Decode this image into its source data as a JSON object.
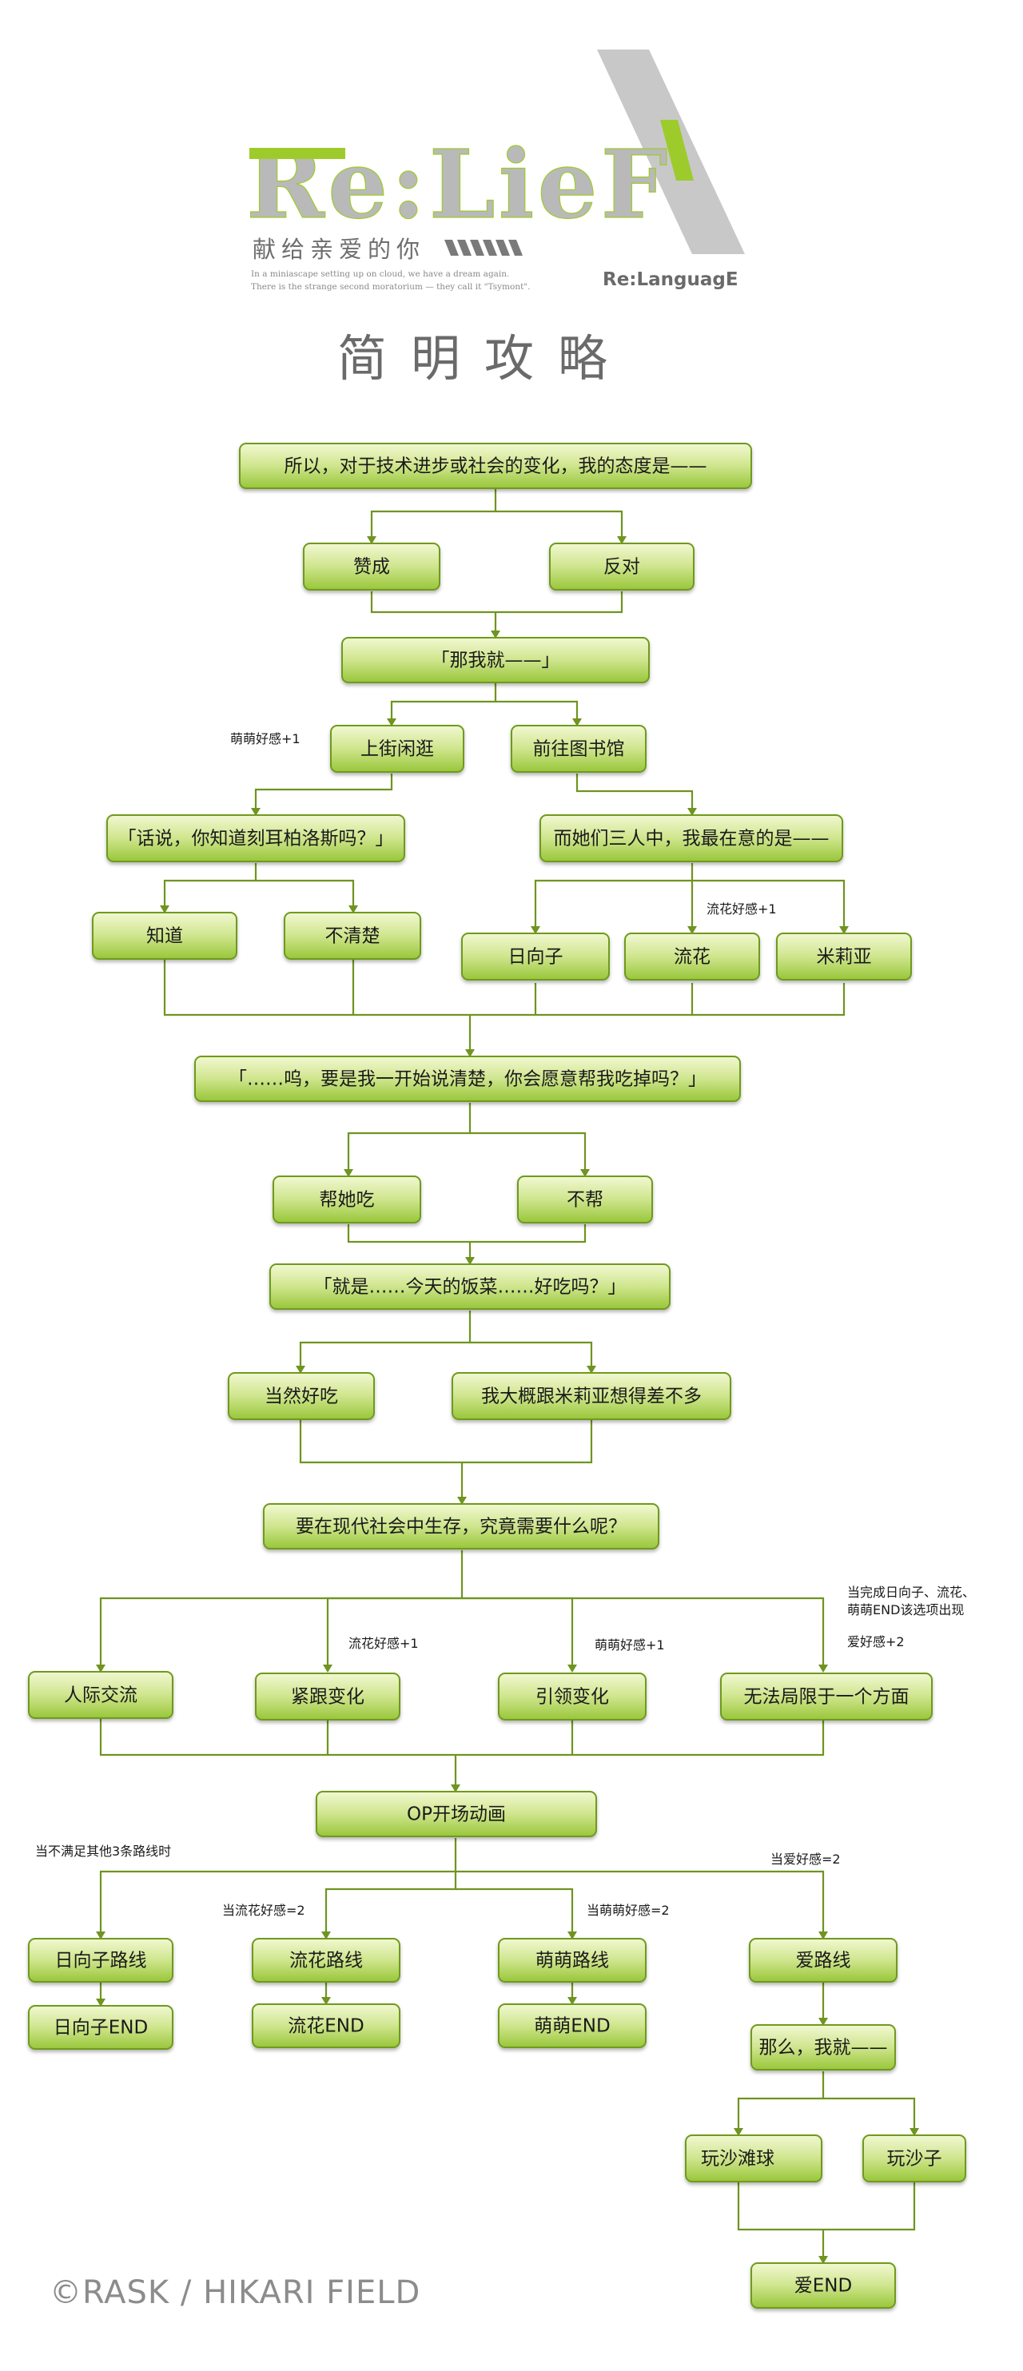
{
  "header": {
    "logo_text": "Re:LieF",
    "subtitle": "献给亲爱的你",
    "tagline_lines": [
      "In a miniascape setting up on cloud, we have a dream again.",
      "There is the strange second moratorium — they call it \"Tsymont\"."
    ],
    "developer_logo": "Re:LanguagE",
    "guide_title": "简明攻略"
  },
  "footer": {
    "copyright": "©RASK / HIKARI FIELD"
  },
  "colors": {
    "accent": "#8dbd24",
    "box_light": "#eef6c9",
    "box_dark": "#9cc73c",
    "connector": "#6f9420",
    "logo_gray": "#c2c2c2"
  },
  "nodes": {
    "q1": "所以，对于技术进步或社会的变化，我的态度是——",
    "q1_a1": "赞成",
    "q1_a2": "反对",
    "q2": "「那我就——」",
    "q2_a1": "上街闲逛",
    "q2_a2": "前往图书馆",
    "q3": "「话说，你知道刻耳柏洛斯吗？」",
    "q3_a1": "知道",
    "q3_a2": "不清楚",
    "q4": "而她们三人中，我最在意的是——",
    "q4_a1": "日向子",
    "q4_a2": "流花",
    "q4_a3": "米莉亚",
    "q5": "「……呜，要是我一开始说清楚，你会愿意帮我吃掉吗？」",
    "q5_a1": "帮她吃",
    "q5_a2": "不帮",
    "q6": "「就是……今天的饭菜……好吃吗？」",
    "q6_a1": "当然好吃",
    "q6_a2": "我大概跟米莉亚想得差不多",
    "q7": "要在现代社会中生存，究竟需要什么呢？",
    "q7_a1": "人际交流",
    "q7_a2": "紧跟变化",
    "q7_a3": "引领变化",
    "q7_a4": "无法局限于一个方面",
    "op": "OP开场动画",
    "route_hinako": "日向子路线",
    "end_hinako": "日向子END",
    "route_ruka": "流花路线",
    "end_ruka": "流花END",
    "route_moe": "萌萌路线",
    "end_moe": "萌萌END",
    "route_ai": "爱路线",
    "q8": "那么，我就——",
    "q8_a1": "玩沙滩球",
    "q8_a2": "玩沙子",
    "end_ai": "爱END"
  },
  "notes": {
    "moe_plus1_a": "萌萌好感+1",
    "ruka_plus1_a": "流花好感+1",
    "ruka_plus1_b": "流花好感+1",
    "moe_plus1_b": "萌萌好感+1",
    "condition_line1": "当完成日向子、流花、",
    "condition_line2": "萌萌END该选项出现",
    "ai_plus2": "爱好感+2",
    "cond_hinako": "当不满足其他3条路线时",
    "cond_ruka": "当流花好感=2",
    "cond_moe": "当萌萌好感=2",
    "cond_ai": "当爱好感=2"
  }
}
